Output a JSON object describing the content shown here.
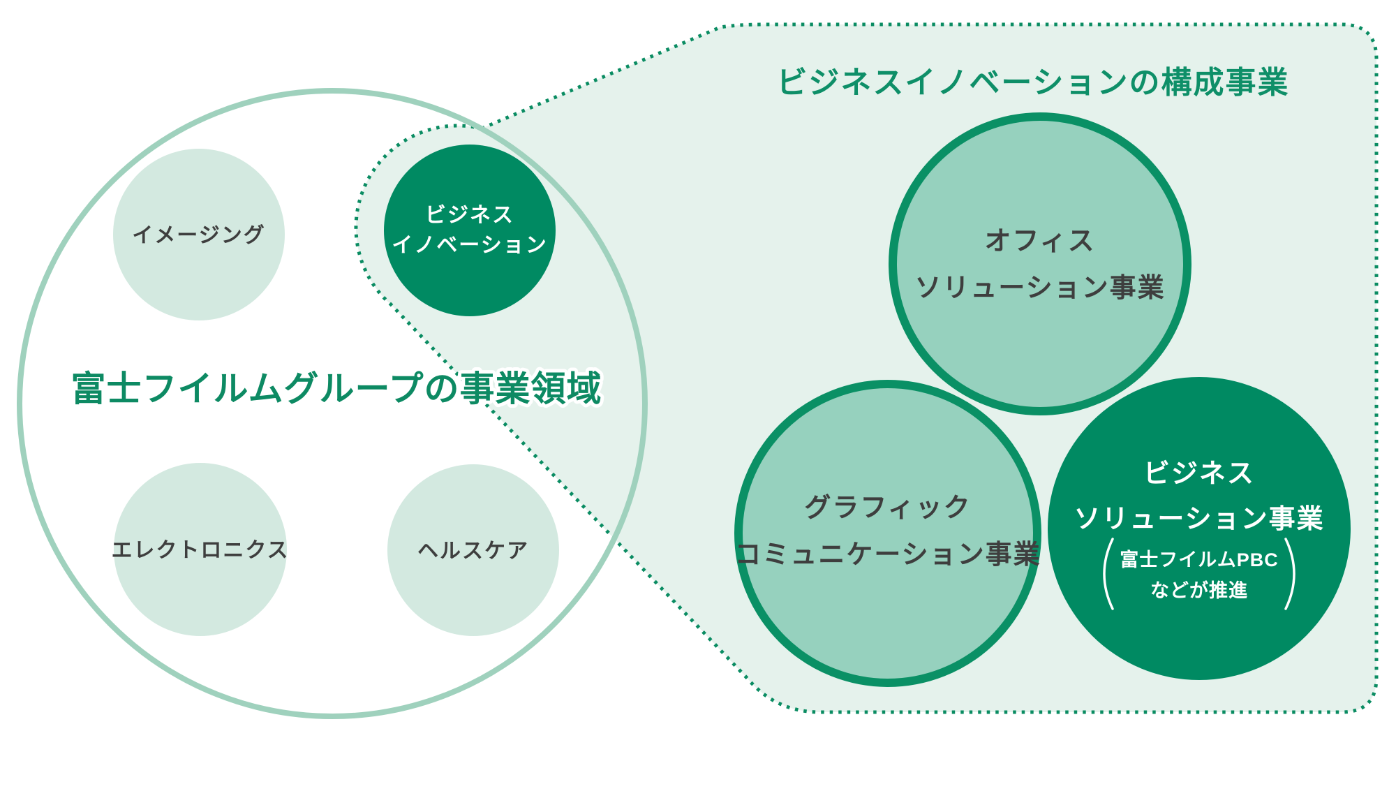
{
  "left_area": {
    "title": "富士フイルムグループの事業領域",
    "imaging": "イメージング",
    "business_innovation": [
      "ビジネス",
      "イノベーション"
    ],
    "electronics": "エレクトロニクス",
    "healthcare": "ヘルスケア"
  },
  "right_panel": {
    "title": "ビジネスイノベーションの構成事業",
    "office": [
      "オフィス",
      "ソリューション事業"
    ],
    "graphic": [
      "グラフィック",
      "コミュニケーション事業"
    ],
    "business_solutions": [
      "ビジネス",
      "ソリューション事業"
    ],
    "business_solutions_note": [
      "富士フイルムPBC",
      "などが推進"
    ]
  },
  "colors": {
    "dark_green_fill": "#008a62",
    "circle_border_green": "#0a9065",
    "medium_green_fill": "#96d1be",
    "light_green_fill": "#d3e9e0",
    "panel_background": "#e5f2ec",
    "dotted_outline_green": "#0a8c62",
    "group_circle_border": "#9fd1bd",
    "left_title_green": "#0d8a63",
    "right_title_green": "#0e8f68",
    "label_gray": "#3e3e3e",
    "white": "#ffffff"
  }
}
